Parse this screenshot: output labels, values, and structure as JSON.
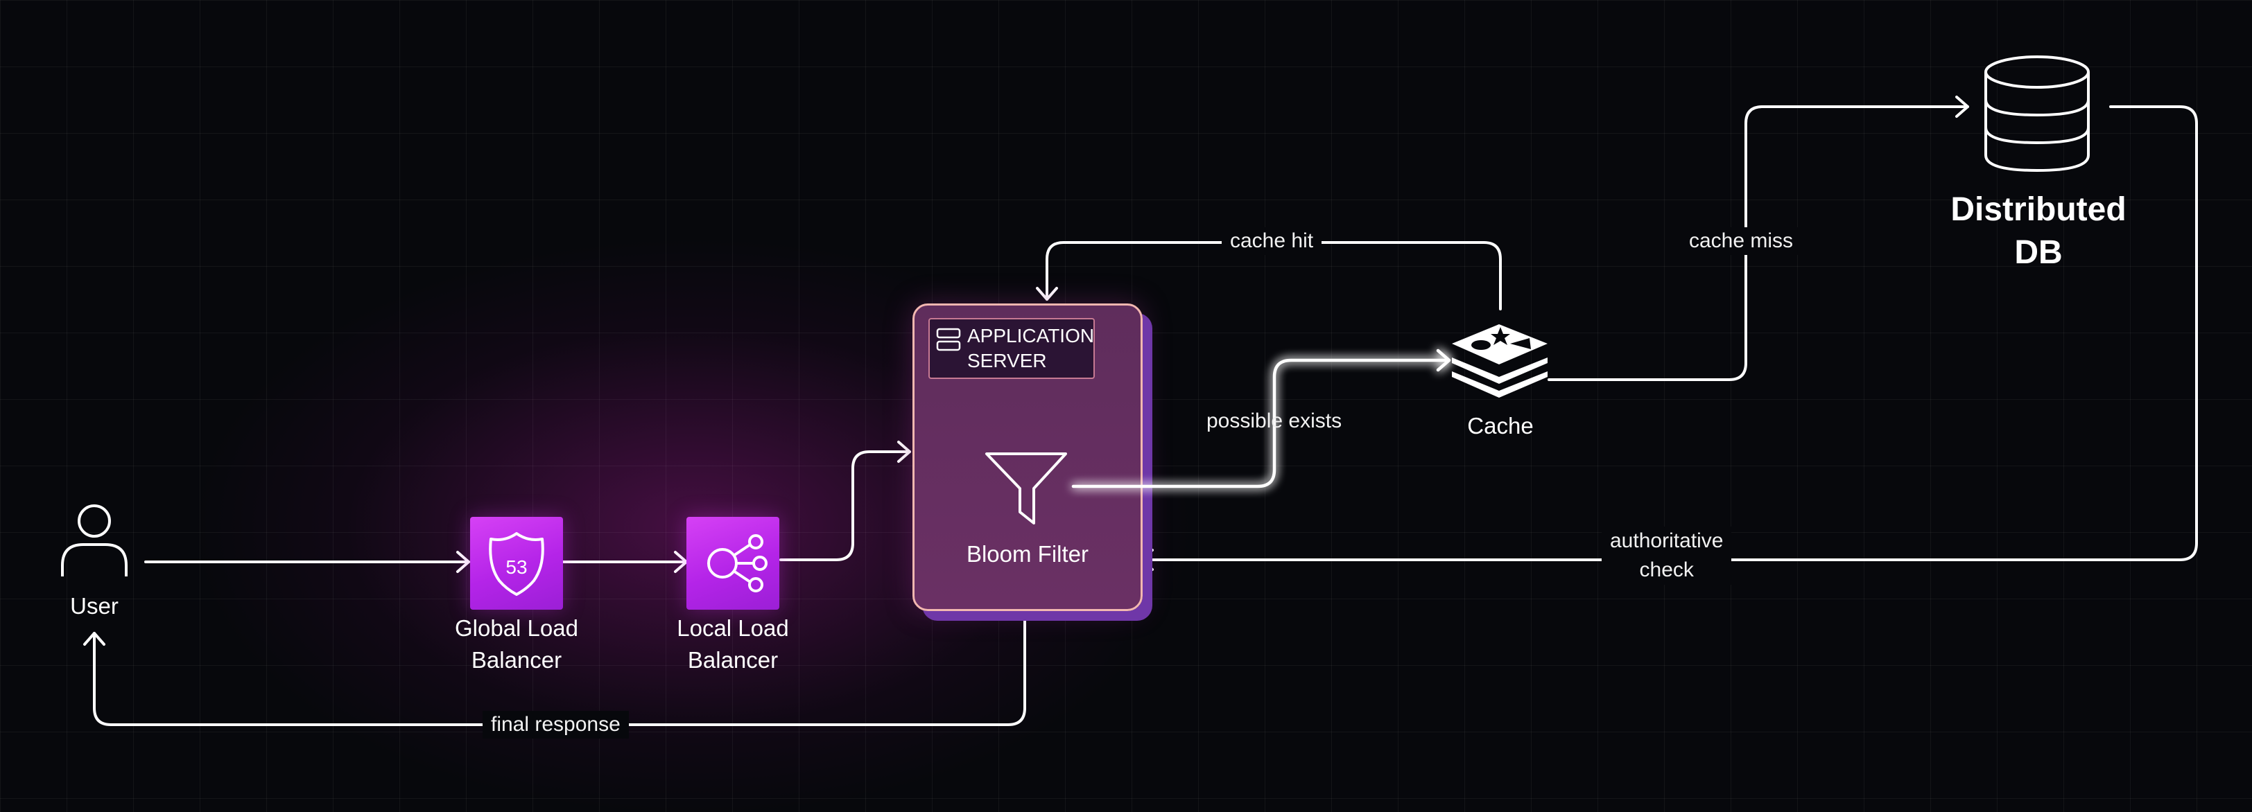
{
  "diagram": {
    "nodes": {
      "user": {
        "label": "User",
        "icon": "user-icon"
      },
      "global_lb": {
        "label_line1": "Global Load",
        "label_line2": "Balancer",
        "icon": "route53-icon",
        "badge": "53",
        "color": "#c230ee"
      },
      "local_lb": {
        "label_line1": "Local Load",
        "label_line2": "Balancer",
        "icon": "load-balancer-icon",
        "color": "#c230ee"
      },
      "app_server": {
        "tag_line1": "APPLICATION",
        "tag_line2": "SERVER",
        "tag_icon": "server-icon",
        "inner_label": "Bloom Filter",
        "inner_icon": "funnel-icon",
        "color": "#6a3064"
      },
      "cache": {
        "label": "Cache",
        "icon": "redis-icon"
      },
      "db": {
        "label_line1": "Distributed",
        "label_line2": "DB",
        "icon": "database-icon"
      }
    },
    "edges": {
      "cache_hit": "cache hit",
      "possible_exists": "possible exists",
      "cache_miss": "cache miss",
      "authoritative_line1": "authoritative",
      "authoritative_line2": "check",
      "final_response": "final response"
    }
  }
}
